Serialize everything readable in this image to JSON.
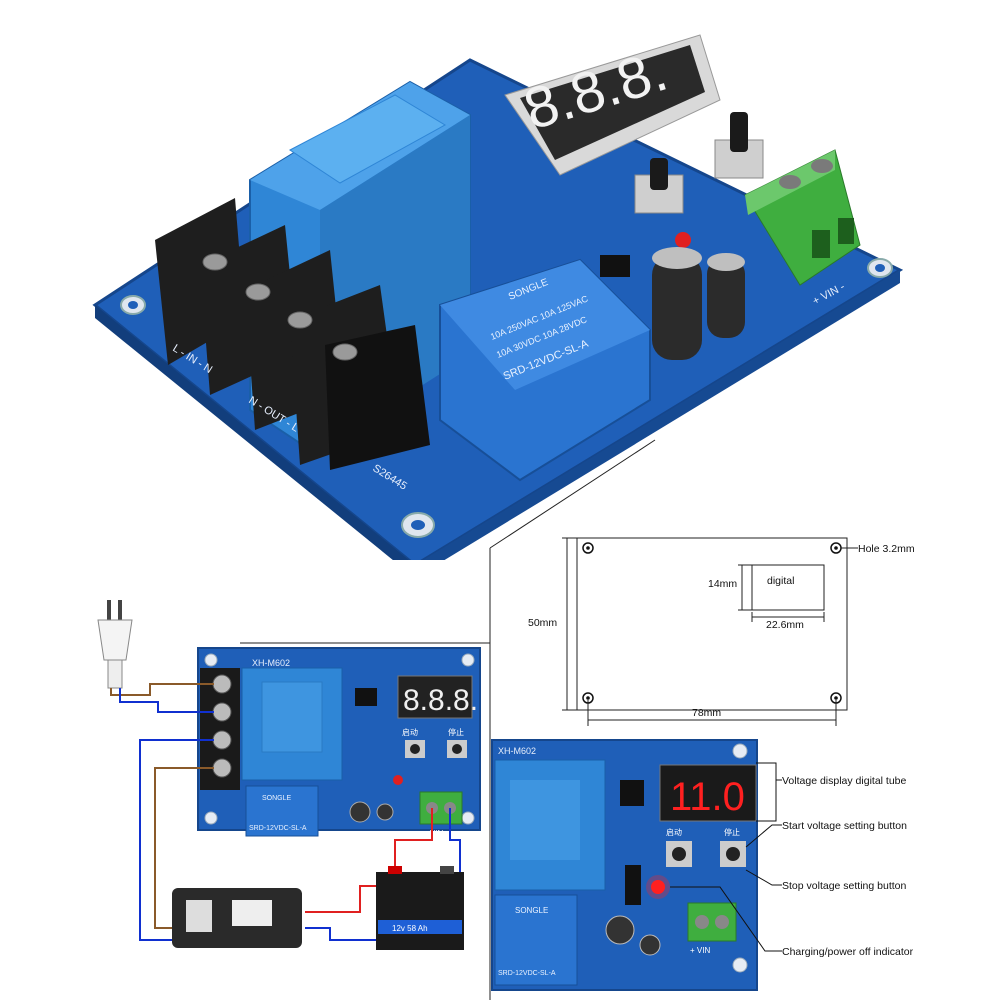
{
  "hero_board": {
    "display_digits": "8.8.8.",
    "terminal_input": "L - IN - N",
    "terminal_output": "N - OUT - L",
    "relay_brand": "SONGLE",
    "relay_ratings": [
      "10A 250VAC  10A 125VAC",
      "10A 30VDC  10A 28VDC"
    ],
    "relay_model": "SRD-12VDC-SL-A",
    "board_code": "S26445",
    "vin_label": "+ VIN -"
  },
  "dimension_diagram": {
    "hole_label": "Hole 3.2mm",
    "digital_label": "digital",
    "digital_height": "14mm",
    "digital_width": "22.6mm",
    "board_height": "50mm",
    "board_width": "78mm"
  },
  "wiring_diagram": {
    "model": "XH-M602",
    "display_digits": "8.8.8.",
    "relay_brand": "SONGLE",
    "relay_model": "SRD-12VDC-SL-A",
    "battery_label": "12v 58 Ah",
    "vin_label": "+ VIN -",
    "button_start": "启动",
    "button_stop": "停止"
  },
  "callout_board": {
    "model": "XH-M602",
    "display_digits": "11.0",
    "button_start": "启动",
    "button_stop": "停止",
    "relay_brand": "SONGLE",
    "relay_model": "SRD-12VDC-SL-A",
    "vin_label": "+ VIN"
  },
  "callouts": [
    "Voltage display digital tube",
    "Start voltage setting button",
    "Stop voltage setting button",
    "Charging/power off indicator"
  ],
  "colors": {
    "pcb": "#1f5fb8",
    "pcb_dark": "#15468c",
    "transformer": "#2f86d6",
    "relay": "#2a74d0",
    "terminal_green": "#3fae3f",
    "display_red": "#ff2020",
    "wire_blue": "#1030d0",
    "wire_brown": "#8a5a2a",
    "wire_red": "#e02020"
  }
}
